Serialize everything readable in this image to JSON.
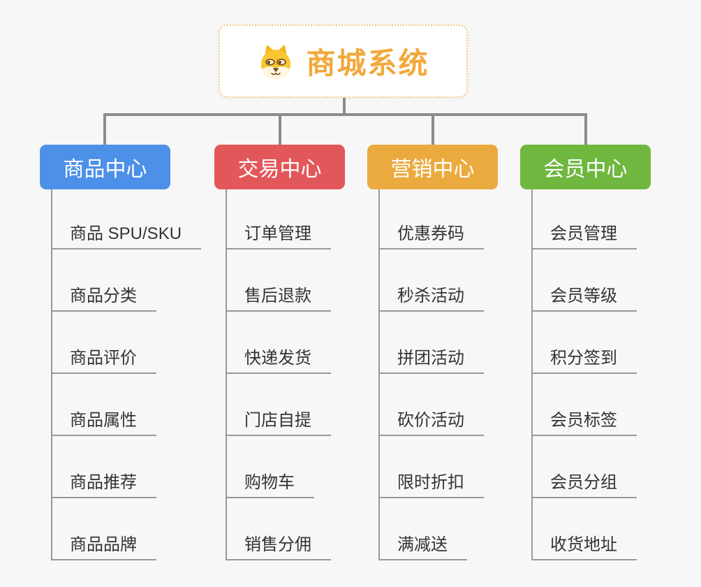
{
  "root": {
    "title": "商城系统",
    "icon": "dog-face-icon"
  },
  "branches": [
    {
      "label": "商品中心",
      "color": "#4D90E8",
      "items": [
        "商品 SPU/SKU",
        "商品分类",
        "商品评价",
        "商品属性",
        "商品推荐",
        "商品品牌"
      ]
    },
    {
      "label": "交易中心",
      "color": "#E25759",
      "items": [
        "订单管理",
        "售后退款",
        "快递发货",
        "门店自提",
        "购物车",
        "销售分佣"
      ]
    },
    {
      "label": "营销中心",
      "color": "#EBAA3D",
      "items": [
        "优惠券码",
        "秒杀活动",
        "拼团活动",
        "砍价活动",
        "限时折扣",
        "满减送"
      ]
    },
    {
      "label": "会员中心",
      "color": "#6FB73F",
      "items": [
        "会员管理",
        "会员等级",
        "积分签到",
        "会员标签",
        "会员分组",
        "收货地址"
      ]
    }
  ],
  "colors": {
    "background": "#F7F7F7",
    "connector_gray": "#8C8C8C",
    "leaf_line_gray": "#999999",
    "leaf_text": "#333333",
    "root_text_orange": "#F2A93C",
    "root_border_orange": "#F3C782",
    "branch_text": "#FFFFFF"
  }
}
